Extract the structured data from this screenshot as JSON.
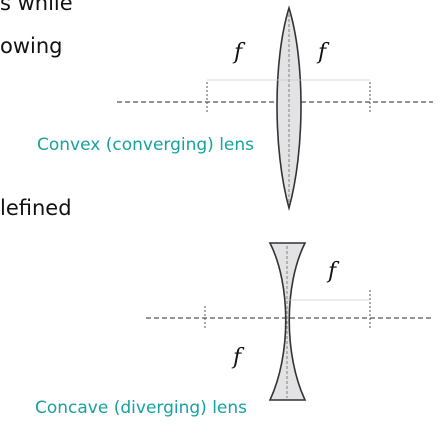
{
  "text_fragments": {
    "line1": "s while",
    "line2": "owing",
    "line3": "lefined"
  },
  "convex": {
    "caption": "Convex (converging) lens",
    "focal_left": "f",
    "focal_right": "f"
  },
  "concave": {
    "caption": "Concave (diverging) lens",
    "focal_top": "f",
    "focal_bottom": "f"
  },
  "colors": {
    "caption": "#17a2a0",
    "axis": "#555555",
    "lens_fill": "#e3e3e6",
    "lens_edge": "#333333"
  }
}
